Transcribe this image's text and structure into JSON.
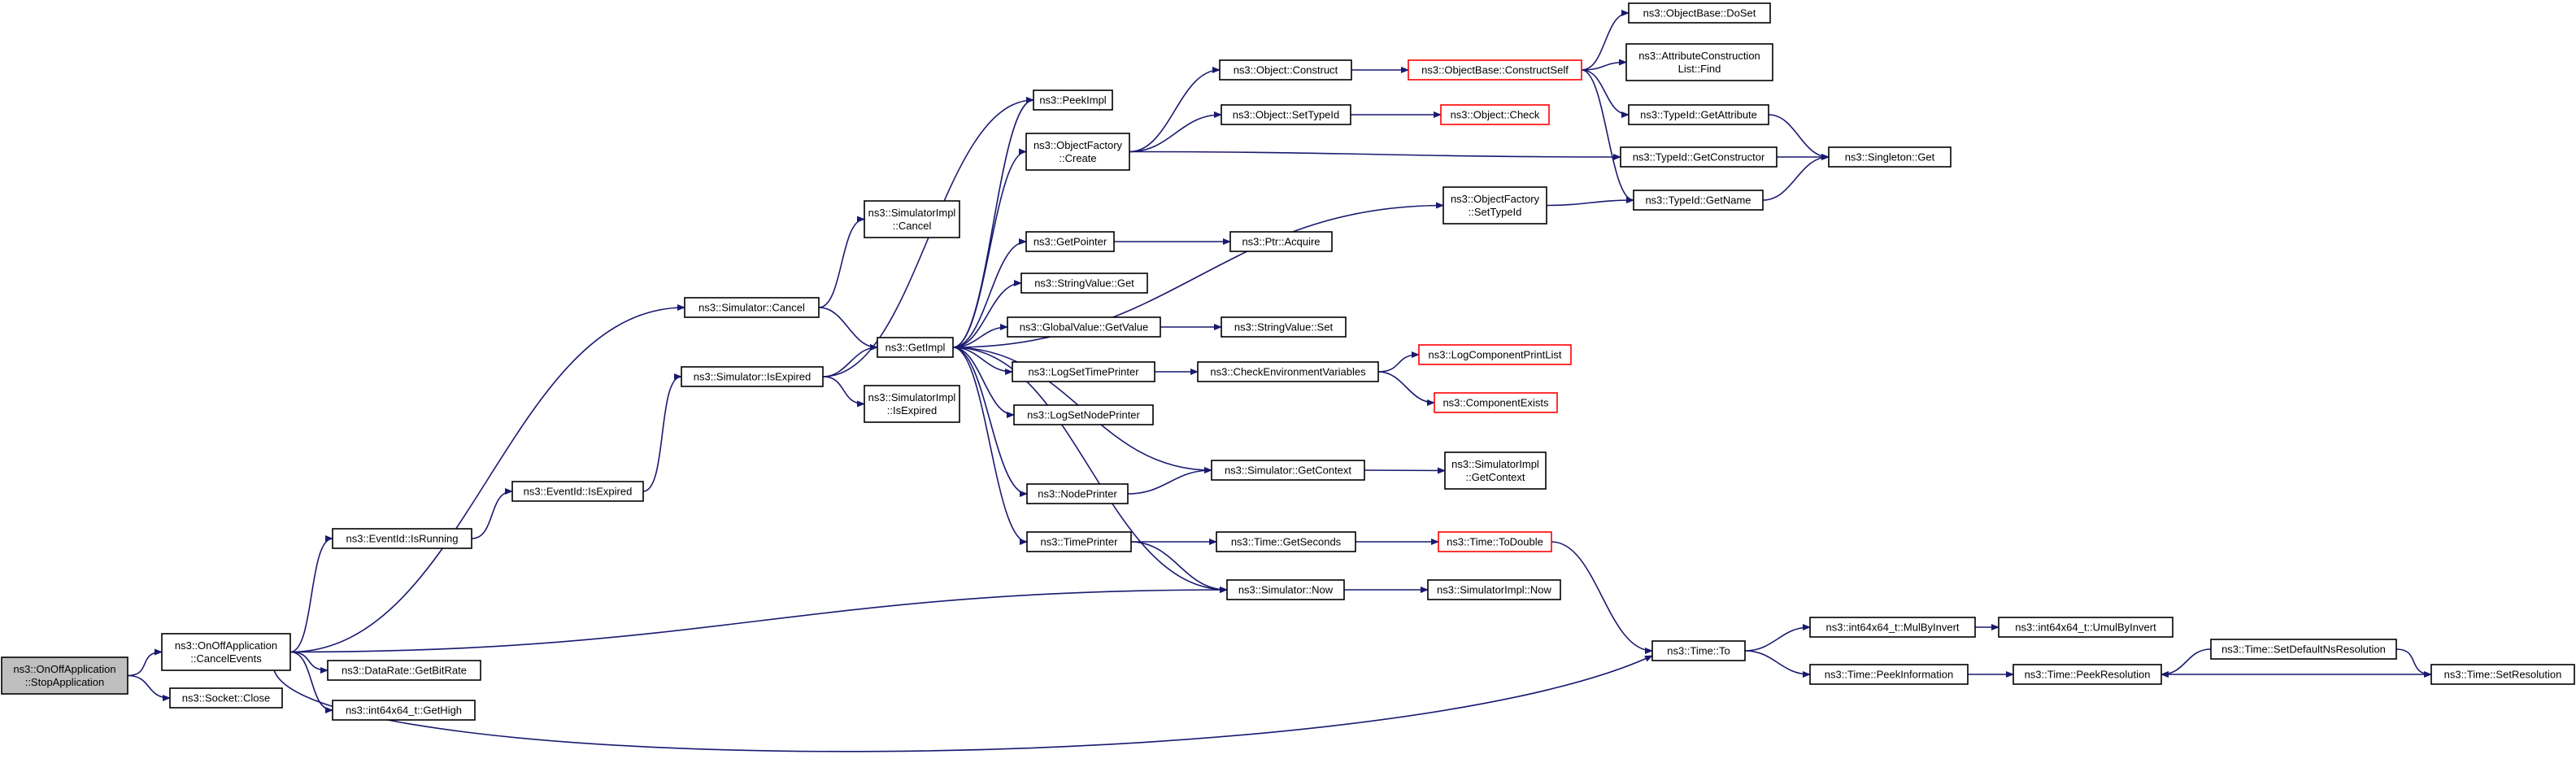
{
  "colors": {
    "edge": "#191970",
    "node_border": "#000000",
    "truncated_border": "#ff0000",
    "root_fill": "#bfbfbf"
  },
  "nodes": [
    {
      "id": "stopapp",
      "lines": [
        "ns3::OnOffApplication",
        "::StopApplication"
      ],
      "style": "root"
    },
    {
      "id": "cancelevents",
      "lines": [
        "ns3::OnOffApplication",
        "::CancelEvents"
      ],
      "style": "normal"
    },
    {
      "id": "socketclose",
      "lines": [
        "ns3::Socket::Close"
      ],
      "style": "normal"
    },
    {
      "id": "eventisrunning",
      "lines": [
        "ns3::EventId::IsRunning"
      ],
      "style": "normal"
    },
    {
      "id": "datarate",
      "lines": [
        "ns3::DataRate::GetBitRate"
      ],
      "style": "normal"
    },
    {
      "id": "gethigh",
      "lines": [
        "ns3::int64x64_t::GetHigh"
      ],
      "style": "normal"
    },
    {
      "id": "eventisexpired",
      "lines": [
        "ns3::EventId::IsExpired"
      ],
      "style": "normal"
    },
    {
      "id": "simcancel",
      "lines": [
        "ns3::Simulator::Cancel"
      ],
      "style": "normal"
    },
    {
      "id": "simisexpired",
      "lines": [
        "ns3::Simulator::IsExpired"
      ],
      "style": "normal"
    },
    {
      "id": "simimplcancel",
      "lines": [
        "ns3::SimulatorImpl",
        "::Cancel"
      ],
      "style": "normal"
    },
    {
      "id": "simimplisexpired",
      "lines": [
        "ns3::SimulatorImpl",
        "::IsExpired"
      ],
      "style": "normal"
    },
    {
      "id": "getimpl",
      "lines": [
        "ns3::GetImpl"
      ],
      "style": "normal"
    },
    {
      "id": "peekimpl",
      "lines": [
        "ns3::PeekImpl"
      ],
      "style": "normal"
    },
    {
      "id": "objfactcreate",
      "lines": [
        "ns3::ObjectFactory",
        "::Create"
      ],
      "style": "normal"
    },
    {
      "id": "getpointer",
      "lines": [
        "ns3::GetPointer"
      ],
      "style": "normal"
    },
    {
      "id": "stringvalueget",
      "lines": [
        "ns3::StringValue::Get"
      ],
      "style": "normal"
    },
    {
      "id": "globalvalue",
      "lines": [
        "ns3::GlobalValue::GetValue"
      ],
      "style": "normal"
    },
    {
      "id": "logsettime",
      "lines": [
        "ns3::LogSetTimePrinter"
      ],
      "style": "normal"
    },
    {
      "id": "logsetnode",
      "lines": [
        "ns3::LogSetNodePrinter"
      ],
      "style": "normal"
    },
    {
      "id": "nodeprinter",
      "lines": [
        "ns3::NodePrinter"
      ],
      "style": "normal"
    },
    {
      "id": "timeprinter",
      "lines": [
        "ns3::TimePrinter"
      ],
      "style": "normal"
    },
    {
      "id": "objconstruct",
      "lines": [
        "ns3::Object::Construct"
      ],
      "style": "normal"
    },
    {
      "id": "objsettypeid",
      "lines": [
        "ns3::Object::SetTypeId"
      ],
      "style": "normal"
    },
    {
      "id": "ptracquire",
      "lines": [
        "ns3::Ptr::Acquire"
      ],
      "style": "normal"
    },
    {
      "id": "stringvalueset",
      "lines": [
        "ns3::StringValue::Set"
      ],
      "style": "normal"
    },
    {
      "id": "checkenv",
      "lines": [
        "ns3::CheckEnvironmentVariables"
      ],
      "style": "normal"
    },
    {
      "id": "simgetcontext",
      "lines": [
        "ns3::Simulator::GetContext"
      ],
      "style": "normal"
    },
    {
      "id": "timegetseconds",
      "lines": [
        "ns3::Time::GetSeconds"
      ],
      "style": "normal"
    },
    {
      "id": "simnow",
      "lines": [
        "ns3::Simulator::Now"
      ],
      "style": "normal"
    },
    {
      "id": "objbaseconstructself",
      "lines": [
        "ns3::ObjectBase::ConstructSelf"
      ],
      "style": "red"
    },
    {
      "id": "objcheck",
      "lines": [
        "ns3::Object::Check"
      ],
      "style": "red"
    },
    {
      "id": "objfactsettypeid",
      "lines": [
        "ns3::ObjectFactory",
        "::SetTypeId"
      ],
      "style": "normal"
    },
    {
      "id": "logcompprint",
      "lines": [
        "ns3::LogComponentPrintList"
      ],
      "style": "red"
    },
    {
      "id": "compexists",
      "lines": [
        "ns3::ComponentExists"
      ],
      "style": "red"
    },
    {
      "id": "simimplgetcontext",
      "lines": [
        "ns3::SimulatorImpl",
        "::GetContext"
      ],
      "style": "normal"
    },
    {
      "id": "timetodouble",
      "lines": [
        "ns3::Time::ToDouble"
      ],
      "style": "red"
    },
    {
      "id": "simimplnow",
      "lines": [
        "ns3::SimulatorImpl::Now"
      ],
      "style": "normal"
    },
    {
      "id": "objbasedoset",
      "lines": [
        "ns3::ObjectBase::DoSet"
      ],
      "style": "normal"
    },
    {
      "id": "attrconsfind",
      "lines": [
        "ns3::AttributeConstruction",
        "List::Find"
      ],
      "style": "normal"
    },
    {
      "id": "typeidgetattr",
      "lines": [
        "ns3::TypeId::GetAttribute"
      ],
      "style": "normal"
    },
    {
      "id": "typeidgetctor",
      "lines": [
        "ns3::TypeId::GetConstructor"
      ],
      "style": "normal"
    },
    {
      "id": "typeidgetname",
      "lines": [
        "ns3::TypeId::GetName"
      ],
      "style": "normal"
    },
    {
      "id": "singletonget",
      "lines": [
        "ns3::Singleton::Get"
      ],
      "style": "normal"
    },
    {
      "id": "timeto",
      "lines": [
        "ns3::Time::To"
      ],
      "style": "normal"
    },
    {
      "id": "mulbyinvert",
      "lines": [
        "ns3::int64x64_t::MulByInvert"
      ],
      "style": "normal"
    },
    {
      "id": "peekinformation",
      "lines": [
        "ns3::Time::PeekInformation"
      ],
      "style": "normal"
    },
    {
      "id": "umulbyinvert",
      "lines": [
        "ns3::int64x64_t::UmulByInvert"
      ],
      "style": "normal"
    },
    {
      "id": "peekresolution",
      "lines": [
        "ns3::Time::PeekResolution"
      ],
      "style": "normal"
    },
    {
      "id": "setdefaultns",
      "lines": [
        "ns3::Time::SetDefaultNsResolution"
      ],
      "style": "normal"
    },
    {
      "id": "setresolution",
      "lines": [
        "ns3::Time::SetResolution"
      ],
      "style": "normal"
    }
  ],
  "edges": [
    [
      "stopapp",
      "cancelevents"
    ],
    [
      "stopapp",
      "socketclose"
    ],
    [
      "cancelevents",
      "eventisrunning"
    ],
    [
      "cancelevents",
      "datarate"
    ],
    [
      "cancelevents",
      "gethigh"
    ],
    [
      "cancelevents",
      "simcancel"
    ],
    [
      "cancelevents",
      "simnow"
    ],
    [
      "cancelevents",
      "timeto"
    ],
    [
      "eventisrunning",
      "eventisexpired"
    ],
    [
      "eventisexpired",
      "simisexpired"
    ],
    [
      "simcancel",
      "simimplcancel"
    ],
    [
      "simcancel",
      "getimpl"
    ],
    [
      "simisexpired",
      "getimpl"
    ],
    [
      "simisexpired",
      "simimplisexpired"
    ],
    [
      "simisexpired",
      "peekimpl"
    ],
    [
      "getimpl",
      "peekimpl"
    ],
    [
      "getimpl",
      "objfactcreate"
    ],
    [
      "getimpl",
      "objfactsettypeid"
    ],
    [
      "getimpl",
      "getpointer"
    ],
    [
      "getimpl",
      "stringvalueget"
    ],
    [
      "getimpl",
      "globalvalue"
    ],
    [
      "getimpl",
      "logsettime"
    ],
    [
      "getimpl",
      "logsetnode"
    ],
    [
      "getimpl",
      "nodeprinter"
    ],
    [
      "getimpl",
      "timeprinter"
    ],
    [
      "getimpl",
      "simgetcontext"
    ],
    [
      "getimpl",
      "simnow"
    ],
    [
      "objfactcreate",
      "objconstruct"
    ],
    [
      "objfactcreate",
      "objsettypeid"
    ],
    [
      "objfactcreate",
      "typeidgetctor"
    ],
    [
      "objconstruct",
      "objbaseconstructself"
    ],
    [
      "objsettypeid",
      "objcheck"
    ],
    [
      "objbaseconstructself",
      "objbasedoset"
    ],
    [
      "objbaseconstructself",
      "attrconsfind"
    ],
    [
      "objbaseconstructself",
      "typeidgetattr"
    ],
    [
      "objbaseconstructself",
      "typeidgetname"
    ],
    [
      "typeidgetattr",
      "singletonget"
    ],
    [
      "typeidgetctor",
      "singletonget"
    ],
    [
      "typeidgetname",
      "singletonget"
    ],
    [
      "objfactsettypeid",
      "typeidgetname"
    ],
    [
      "getpointer",
      "ptracquire"
    ],
    [
      "globalvalue",
      "stringvalueset"
    ],
    [
      "logsettime",
      "checkenv"
    ],
    [
      "checkenv",
      "logcompprint"
    ],
    [
      "checkenv",
      "compexists"
    ],
    [
      "nodeprinter",
      "simgetcontext"
    ],
    [
      "simgetcontext",
      "simimplgetcontext"
    ],
    [
      "timeprinter",
      "timegetseconds"
    ],
    [
      "timeprinter",
      "simnow"
    ],
    [
      "timegetseconds",
      "timetodouble"
    ],
    [
      "timetodouble",
      "timeto"
    ],
    [
      "simnow",
      "simimplnow"
    ],
    [
      "timeto",
      "mulbyinvert"
    ],
    [
      "timeto",
      "peekinformation"
    ],
    [
      "mulbyinvert",
      "umulbyinvert"
    ],
    [
      "peekinformation",
      "peekresolution"
    ],
    [
      "setdefaultns",
      "peekresolution"
    ],
    [
      "setdefaultns",
      "setresolution"
    ],
    [
      "setresolution",
      "peekresolution"
    ]
  ]
}
